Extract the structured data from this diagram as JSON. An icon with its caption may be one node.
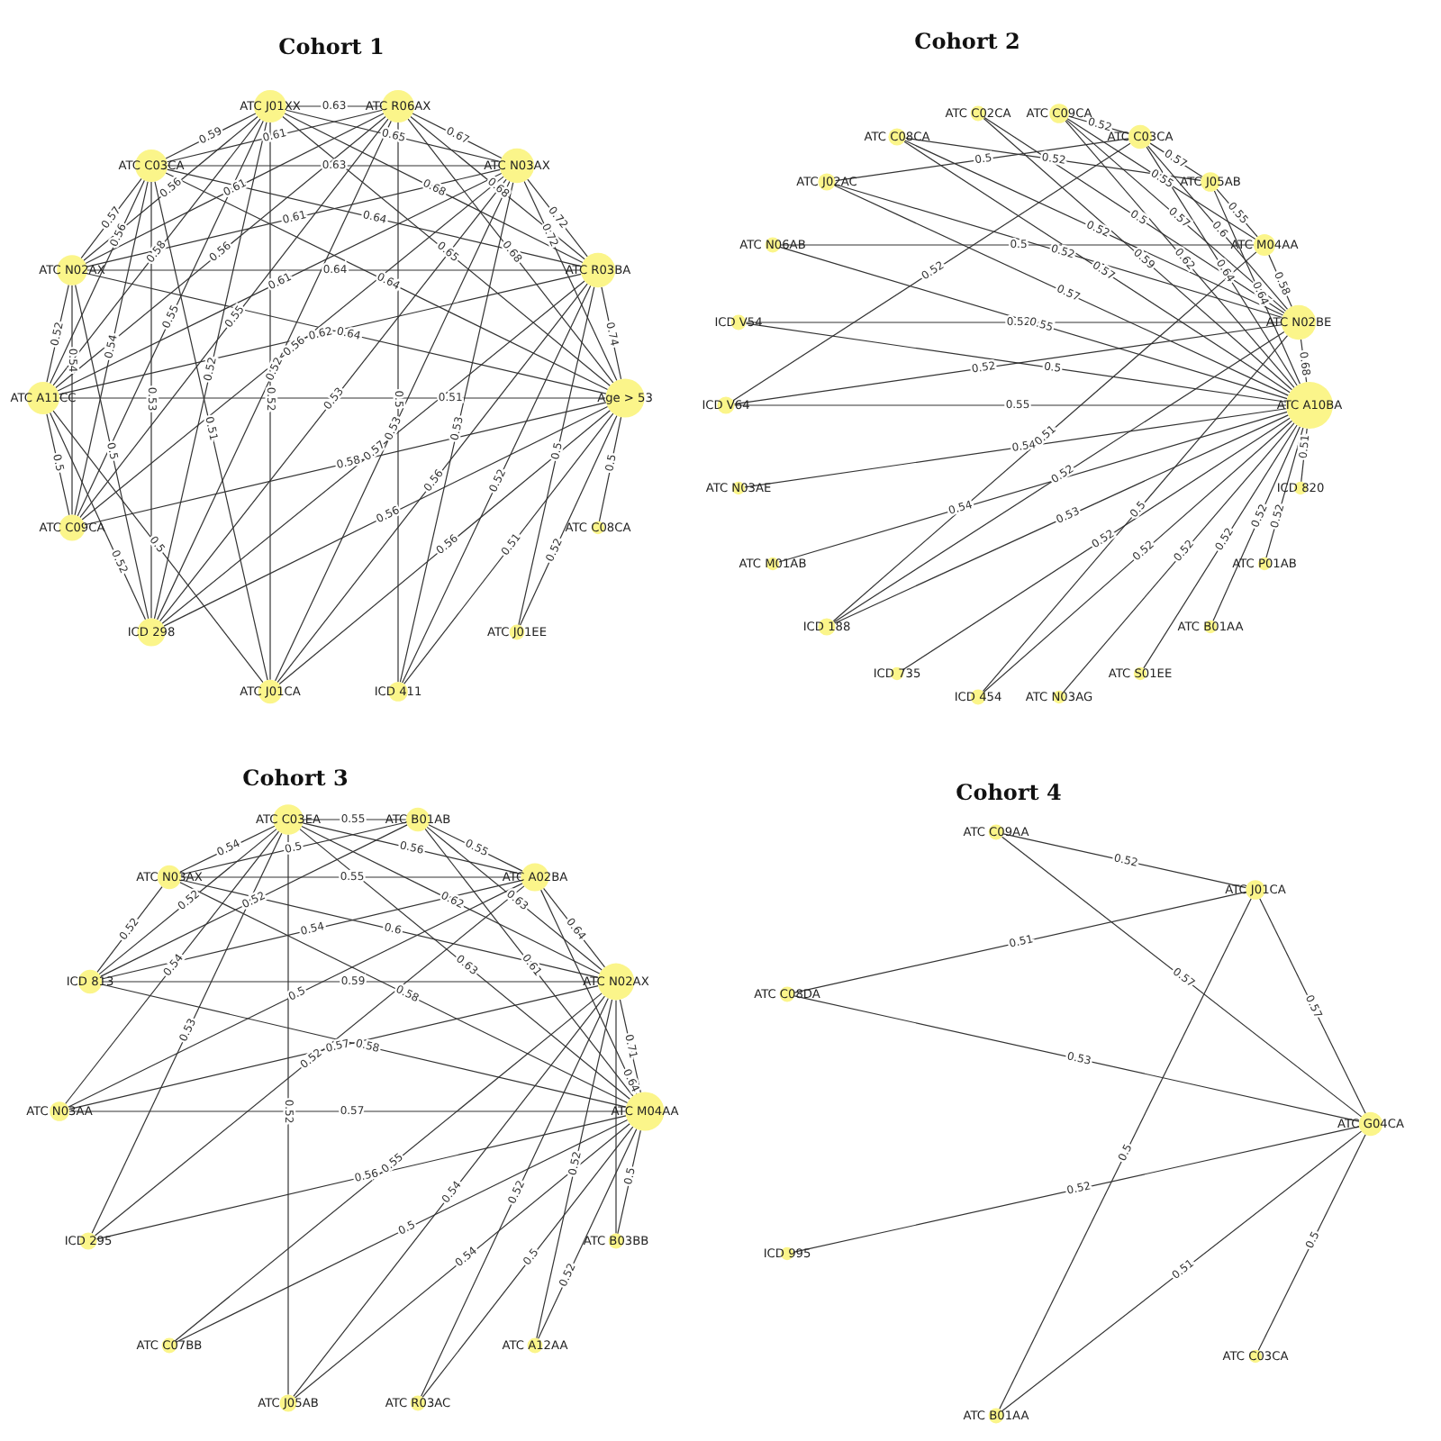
{
  "diagram": {
    "nodes": [
      {
        "text": [
          "ATC J01XX"
        ]
      },
      {
        "text": [
          "ATC R06AX"
        ]
      },
      {
        "text": [
          "ATC C03CA"
        ]
      },
      {
        "text": [
          "ATC N03AX"
        ]
      },
      {
        "text": [
          "ATC N02AX"
        ]
      },
      {
        "text": [
          "ATC R03BA"
        ]
      },
      {
        "text": [
          "ATC A11CC"
        ]
      },
      {
        "text": [
          "Age > 53"
        ]
      },
      {
        "text": [
          "ATC C09CA"
        ]
      },
      {
        "text": [
          "ATC C08CA"
        ]
      },
      {
        "text": [
          "ICD 298"
        ]
      },
      {
        "text": [
          "ATC J01EE"
        ]
      },
      {
        "text": [
          "ATC J01CA"
        ]
      },
      {
        "text": [
          "ICD 411"
        ]
      },
      {
        "text": [
          "ATC C02CA"
        ]
      },
      {
        "text": [
          "ATC C09CA"
        ]
      },
      {
        "text": [
          "ATC C08CA"
        ]
      },
      {
        "text": [
          "ATC C03CA"
        ]
      },
      {
        "text": [
          "ATC J02AC"
        ]
      },
      {
        "text": [
          "ATC J05AB"
        ]
      },
      {
        "text": [
          "ATC N06AB"
        ]
      },
      {
        "text": [
          "ATC M04AA"
        ]
      },
      {
        "text": [
          "ICD V54"
        ]
      },
      {
        "text": [
          "ATC N02BE"
        ]
      },
      {
        "text": [
          "ICD V64"
        ]
      },
      {
        "text": [
          "ATC A10BA"
        ]
      },
      {
        "text": [
          "ATC N03AE"
        ]
      },
      {
        "text": [
          "ICD 820"
        ]
      },
      {
        "text": [
          "ATC M01AB"
        ]
      },
      {
        "text": [
          "ATC P01AB"
        ]
      },
      {
        "text": [
          "ICD 188"
        ]
      },
      {
        "text": [
          "ATC B01AA"
        ]
      },
      {
        "text": [
          "ICD 735"
        ]
      },
      {
        "text": [
          "ATC S01EE"
        ]
      },
      {
        "text": [
          "ICD 454"
        ]
      },
      {
        "text": [
          "ATC N03AG"
        ]
      },
      {
        "text": [
          "ATC C03EA"
        ]
      },
      {
        "text": [
          "ATC B01AB"
        ]
      },
      {
        "text": [
          "ATC N03AX"
        ]
      },
      {
        "text": [
          "ATC A02BA"
        ]
      },
      {
        "text": [
          "ICD 813"
        ]
      },
      {
        "text": [
          "ATC N02AX"
        ]
      },
      {
        "text": [
          "ATC N03AA"
        ]
      },
      {
        "text": [
          "ATC M04AA"
        ]
      },
      {
        "text": [
          "ICD 295"
        ]
      },
      {
        "text": [
          "ATC B03BB"
        ]
      },
      {
        "text": [
          "ATC C07BB"
        ]
      },
      {
        "text": [
          "ATC A12AA"
        ]
      },
      {
        "text": [
          "ATC J05AB"
        ]
      },
      {
        "text": [
          "ATC R03AC"
        ]
      },
      {
        "text": [
          "ATC C09AA"
        ]
      },
      {
        "text": [
          "ATC J01CA"
        ]
      },
      {
        "text": [
          "ATC C08DA"
        ]
      },
      {
        "text": [
          "ATC G04CA"
        ]
      },
      {
        "text": [
          "ICD 995"
        ]
      },
      {
        "text": [
          "ATC C03CA"
        ]
      },
      {
        "text": [
          "ATC B01AA"
        ]
      }
    ],
    "edges": [
      {
        "from": 0,
        "to": 1,
        "arrow": "none",
        "label": "0.63"
      },
      {
        "from": 0,
        "to": 2,
        "arrow": "none",
        "label": "0.59"
      },
      {
        "from": 1,
        "to": 2,
        "arrow": "none",
        "label": "0.61"
      },
      {
        "from": 0,
        "to": 3,
        "arrow": "none",
        "label": "0.65"
      },
      {
        "from": 1,
        "to": 3,
        "arrow": "none",
        "label": "0.67"
      },
      {
        "from": 2,
        "to": 3,
        "arrow": "none",
        "label": "0.63"
      },
      {
        "from": 0,
        "to": 5,
        "arrow": "none",
        "label": "0.68"
      },
      {
        "from": 3,
        "to": 5,
        "arrow": "none",
        "label": "0.72"
      },
      {
        "from": 1,
        "to": 5,
        "arrow": "none",
        "label": "0.68"
      },
      {
        "from": 1,
        "to": 7,
        "arrow": "none",
        "label": "0.68"
      },
      {
        "from": 0,
        "to": 7,
        "arrow": "none",
        "label": "0.65"
      },
      {
        "from": 3,
        "to": 7,
        "arrow": "none",
        "label": "0.72"
      },
      {
        "from": 5,
        "to": 7,
        "arrow": "none",
        "label": "0.74"
      },
      {
        "from": 2,
        "to": 4,
        "arrow": "none",
        "label": "0.57"
      },
      {
        "from": 0,
        "to": 4,
        "arrow": "none",
        "label": "0.56"
      },
      {
        "from": 1,
        "to": 4,
        "arrow": "none",
        "label": "0.61"
      },
      {
        "from": 3,
        "to": 4,
        "arrow": "none",
        "label": "0.61"
      },
      {
        "from": 2,
        "to": 5,
        "arrow": "none",
        "label": "0.64"
      },
      {
        "from": 0,
        "to": 6,
        "arrow": "none",
        "label": "0.58"
      },
      {
        "from": 1,
        "to": 6,
        "arrow": "none",
        "label": "0.56"
      },
      {
        "from": 2,
        "to": 6,
        "arrow": "none",
        "label": "0.56"
      },
      {
        "from": 4,
        "to": 5,
        "arrow": "none",
        "label": "0.64"
      },
      {
        "from": 2,
        "to": 7,
        "arrow": "none",
        "label": "0.64"
      },
      {
        "from": 3,
        "to": 6,
        "arrow": "none",
        "label": "0.61"
      },
      {
        "from": 2,
        "to": 8,
        "arrow": "none",
        "label": "0.54"
      },
      {
        "from": 0,
        "to": 8,
        "arrow": "none",
        "label": "0.55"
      },
      {
        "from": 1,
        "to": 8,
        "arrow": "none",
        "label": "0.55"
      },
      {
        "from": 6,
        "to": 5,
        "arrow": "none",
        "label": "0.62"
      },
      {
        "from": 4,
        "to": 7,
        "arrow": "none",
        "label": "0.64"
      },
      {
        "from": 3,
        "to": 8,
        "arrow": "none",
        "label": "0.56"
      },
      {
        "from": 0,
        "to": 10,
        "arrow": "none",
        "label": "0.52"
      },
      {
        "from": 1,
        "to": 10,
        "arrow": "none",
        "label": "0.52"
      },
      {
        "from": 3,
        "to": 10,
        "arrow": "none",
        "label": "0.53"
      },
      {
        "from": 0,
        "to": 12,
        "arrow": "none",
        "label": "0.52"
      },
      {
        "from": 1,
        "to": 13,
        "arrow": "none",
        "label": "0.5"
      },
      {
        "from": 2,
        "to": 10,
        "arrow": "none",
        "label": "0.53"
      },
      {
        "from": 4,
        "to": 8,
        "arrow": "none",
        "label": "0.54"
      },
      {
        "from": 6,
        "to": 7,
        "arrow": "none",
        "label": "0.51"
      },
      {
        "from": 3,
        "to": 13,
        "arrow": "none",
        "label": "0.53"
      },
      {
        "from": 3,
        "to": 12,
        "arrow": "none",
        "label": "0.53"
      },
      {
        "from": 5,
        "to": 10,
        "arrow": "none",
        "label": "0.57"
      },
      {
        "from": 7,
        "to": 8,
        "arrow": "none",
        "label": "0.58"
      },
      {
        "from": 5,
        "to": 12,
        "arrow": "none",
        "label": "0.56"
      },
      {
        "from": 7,
        "to": 10,
        "arrow": "none",
        "label": "0.56"
      },
      {
        "from": 7,
        "to": 12,
        "arrow": "none",
        "label": "0.56"
      },
      {
        "from": 5,
        "to": 13,
        "arrow": "none",
        "label": "0.52"
      },
      {
        "from": 7,
        "to": 13,
        "arrow": "none",
        "label": "0.51"
      },
      {
        "from": 5,
        "to": 11,
        "arrow": "none",
        "label": "0.5"
      },
      {
        "from": 7,
        "to": 11,
        "arrow": "none",
        "label": "0.52"
      },
      {
        "from": 7,
        "to": 9,
        "arrow": "none",
        "label": "0.5"
      },
      {
        "from": 6,
        "to": 8,
        "arrow": "none",
        "label": "0.5"
      },
      {
        "from": 4,
        "to": 10,
        "arrow": "none",
        "label": "0.5"
      },
      {
        "from": 6,
        "to": 10,
        "arrow": "none",
        "label": "0.52"
      },
      {
        "from": 6,
        "to": 12,
        "arrow": "none",
        "label": "0.5"
      },
      {
        "from": 2,
        "to": 12,
        "arrow": "none",
        "label": "0.51"
      },
      {
        "from": 4,
        "to": 6,
        "arrow": "none",
        "label": "0.52"
      },
      {
        "from": 15,
        "to": 17,
        "arrow": "none",
        "label": "0.52"
      },
      {
        "from": 18,
        "to": 17,
        "arrow": "none",
        "label": "0.5"
      },
      {
        "from": 16,
        "to": 19,
        "arrow": "none",
        "label": "0.52"
      },
      {
        "from": 17,
        "to": 19,
        "arrow": "none",
        "label": "0.57"
      },
      {
        "from": 15,
        "to": 21,
        "arrow": "none",
        "label": "0.55"
      },
      {
        "from": 19,
        "to": 21,
        "arrow": "none",
        "label": "0.55"
      },
      {
        "from": 16,
        "to": 23,
        "arrow": "none",
        "label": "0.52"
      },
      {
        "from": 14,
        "to": 23,
        "arrow": "none",
        "label": "0.5"
      },
      {
        "from": 15,
        "to": 23,
        "arrow": "none",
        "label": "0.57"
      },
      {
        "from": 17,
        "to": 23,
        "arrow": "none",
        "label": "0.6"
      },
      {
        "from": 20,
        "to": 21,
        "arrow": "none",
        "label": "0.5"
      },
      {
        "from": 18,
        "to": 23,
        "arrow": "none",
        "label": "0.52"
      },
      {
        "from": 16,
        "to": 25,
        "arrow": "none",
        "label": "0.57"
      },
      {
        "from": 14,
        "to": 25,
        "arrow": "none",
        "label": "0.59"
      },
      {
        "from": 15,
        "to": 25,
        "arrow": "none",
        "label": "0.62"
      },
      {
        "from": 17,
        "to": 25,
        "arrow": "none",
        "label": "0.64"
      },
      {
        "from": 19,
        "to": 25,
        "arrow": "none",
        "label": "0.64"
      },
      {
        "from": 21,
        "to": 23,
        "arrow": "none",
        "label": "0.58"
      },
      {
        "from": 18,
        "to": 25,
        "arrow": "none",
        "label": "0.57"
      },
      {
        "from": 22,
        "to": 23,
        "arrow": "none",
        "label": "0.52"
      },
      {
        "from": 20,
        "to": 25,
        "arrow": "none",
        "label": "0.55"
      },
      {
        "from": 24,
        "to": 17,
        "arrow": "none",
        "label": "0.52"
      },
      {
        "from": 24,
        "to": 23,
        "arrow": "none",
        "label": "0.52"
      },
      {
        "from": 22,
        "to": 25,
        "arrow": "none",
        "label": "0.5"
      },
      {
        "from": 23,
        "to": 25,
        "arrow": "none",
        "label": "0.68"
      },
      {
        "from": 24,
        "to": 25,
        "arrow": "none",
        "label": "0.55"
      },
      {
        "from": 26,
        "to": 25,
        "arrow": "none",
        "label": "0.54"
      },
      {
        "from": 30,
        "to": 21,
        "arrow": "none",
        "label": "0.51"
      },
      {
        "from": 28,
        "to": 25,
        "arrow": "none",
        "label": "0.54"
      },
      {
        "from": 30,
        "to": 23,
        "arrow": "none",
        "label": "0.52"
      },
      {
        "from": 30,
        "to": 25,
        "arrow": "none",
        "label": "0.53"
      },
      {
        "from": 32,
        "to": 25,
        "arrow": "none",
        "label": "0.52"
      },
      {
        "from": 34,
        "to": 23,
        "arrow": "none",
        "label": "0.5"
      },
      {
        "from": 34,
        "to": 25,
        "arrow": "none",
        "label": "0.52"
      },
      {
        "from": 35,
        "to": 25,
        "arrow": "none",
        "label": "0.52"
      },
      {
        "from": 33,
        "to": 25,
        "arrow": "none",
        "label": "0.52"
      },
      {
        "from": 31,
        "to": 25,
        "arrow": "none",
        "label": "0.52"
      },
      {
        "from": 25,
        "to": 27,
        "arrow": "none",
        "label": "0.51"
      },
      {
        "from": 29,
        "to": 25,
        "arrow": "none",
        "label": "0.52"
      },
      {
        "from": 36,
        "to": 37,
        "arrow": "none",
        "label": "0.55"
      },
      {
        "from": 36,
        "to": 38,
        "arrow": "none",
        "label": "0.54"
      },
      {
        "from": 37,
        "to": 38,
        "arrow": "none",
        "label": "0.5"
      },
      {
        "from": 36,
        "to": 39,
        "arrow": "none",
        "label": "0.56"
      },
      {
        "from": 37,
        "to": 39,
        "arrow": "none",
        "label": "0.55"
      },
      {
        "from": 38,
        "to": 39,
        "arrow": "none",
        "label": "0.55"
      },
      {
        "from": 36,
        "to": 40,
        "arrow": "none",
        "label": "0.52"
      },
      {
        "from": 37,
        "to": 40,
        "arrow": "none",
        "label": "0.52"
      },
      {
        "from": 36,
        "to": 41,
        "arrow": "none",
        "label": "0.62"
      },
      {
        "from": 37,
        "to": 41,
        "arrow": "none",
        "label": "0.63"
      },
      {
        "from": 38,
        "to": 40,
        "arrow": "none",
        "label": "0.52"
      },
      {
        "from": 39,
        "to": 40,
        "arrow": "none",
        "label": "0.54"
      },
      {
        "from": 38,
        "to": 41,
        "arrow": "none",
        "label": "0.6"
      },
      {
        "from": 39,
        "to": 41,
        "arrow": "none",
        "label": "0.64"
      },
      {
        "from": 36,
        "to": 42,
        "arrow": "none",
        "label": "0.54"
      },
      {
        "from": 36,
        "to": 43,
        "arrow": "none",
        "label": "0.63"
      },
      {
        "from": 37,
        "to": 43,
        "arrow": "none",
        "label": "0.61"
      },
      {
        "from": 40,
        "to": 41,
        "arrow": "none",
        "label": "0.59"
      },
      {
        "from": 39,
        "to": 42,
        "arrow": "none",
        "label": "0.5"
      },
      {
        "from": 38,
        "to": 43,
        "arrow": "none",
        "label": "0.58"
      },
      {
        "from": 39,
        "to": 43,
        "arrow": "none",
        "label": "0.64"
      },
      {
        "from": 41,
        "to": 43,
        "arrow": "none",
        "label": "0.71"
      },
      {
        "from": 36,
        "to": 44,
        "arrow": "none",
        "label": "0.53"
      },
      {
        "from": 36,
        "to": 48,
        "arrow": "none",
        "label": "0.52"
      },
      {
        "from": 39,
        "to": 44,
        "arrow": "none",
        "label": "0.52"
      },
      {
        "from": 41,
        "to": 42,
        "arrow": "none",
        "label": "0.57"
      },
      {
        "from": 40,
        "to": 43,
        "arrow": "none",
        "label": "0.58"
      },
      {
        "from": 42,
        "to": 43,
        "arrow": "none",
        "label": "0.57"
      },
      {
        "from": 43,
        "to": 44,
        "arrow": "none",
        "label": "0.56"
      },
      {
        "from": 41,
        "to": 46,
        "arrow": "none",
        "label": "0.55"
      },
      {
        "from": 43,
        "to": 46,
        "arrow": "none",
        "label": "0.5"
      },
      {
        "from": 41,
        "to": 48,
        "arrow": "none",
        "label": "0.54"
      },
      {
        "from": 43,
        "to": 48,
        "arrow": "none",
        "label": "0.54"
      },
      {
        "from": 41,
        "to": 49,
        "arrow": "none",
        "label": "0.52"
      },
      {
        "from": 43,
        "to": 49,
        "arrow": "none",
        "label": "0.5"
      },
      {
        "from": 41,
        "to": 47,
        "arrow": "none",
        "label": "0.52"
      },
      {
        "from": 43,
        "to": 47,
        "arrow": "none",
        "label": "0.52"
      },
      {
        "from": 43,
        "to": 45,
        "arrow": "none",
        "label": "0.5"
      },
      {
        "from": 41,
        "to": 45,
        "arrow": "none"
      },
      {
        "from": 50,
        "to": 51,
        "arrow": "none",
        "label": "0.52"
      },
      {
        "from": 50,
        "to": 53,
        "arrow": "none",
        "label": "0.57"
      },
      {
        "from": 52,
        "to": 51,
        "arrow": "none",
        "label": "0.51"
      },
      {
        "from": 51,
        "to": 53,
        "arrow": "none",
        "label": "0.57"
      },
      {
        "from": 52,
        "to": 53,
        "arrow": "none",
        "label": "0.53"
      },
      {
        "from": 51,
        "to": 56,
        "arrow": "none",
        "label": "0.5"
      },
      {
        "from": 54,
        "to": 53,
        "arrow": "none",
        "label": "0.52"
      },
      {
        "from": 53,
        "to": 56,
        "arrow": "none",
        "label": "0.51"
      },
      {
        "from": 53,
        "to": 55,
        "arrow": "none",
        "label": "0.5"
      }
    ],
    "labels": [
      "Cohort 1",
      "Cohort 2",
      "Cohort 3",
      "Cohort 4"
    ]
  }
}
